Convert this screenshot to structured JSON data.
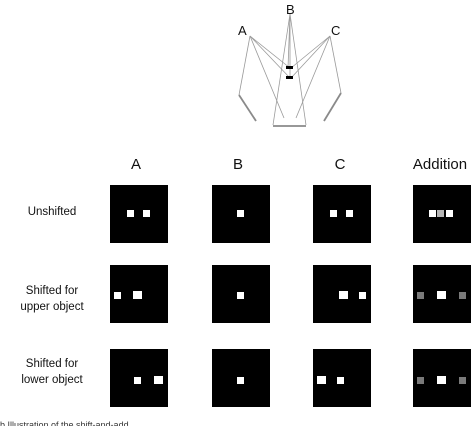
{
  "cameras": [
    "A",
    "B",
    "C"
  ],
  "columns": [
    "A",
    "B",
    "C",
    "Addition"
  ],
  "rows": [
    {
      "label_lines": [
        "Unshifted"
      ]
    },
    {
      "label_lines": [
        "Shifted for",
        "upper object"
      ]
    },
    {
      "label_lines": [
        "Shifted for",
        "lower object"
      ]
    }
  ],
  "colors": {
    "panel": "#000000",
    "spot_bright": "#ffffff",
    "spot_mid": "#b5b5b5",
    "spot_dim": "#7a7a7a",
    "ray": "#9a9a9a",
    "object": "#000000"
  },
  "caption": "b Illustration of the shift-and-add"
}
